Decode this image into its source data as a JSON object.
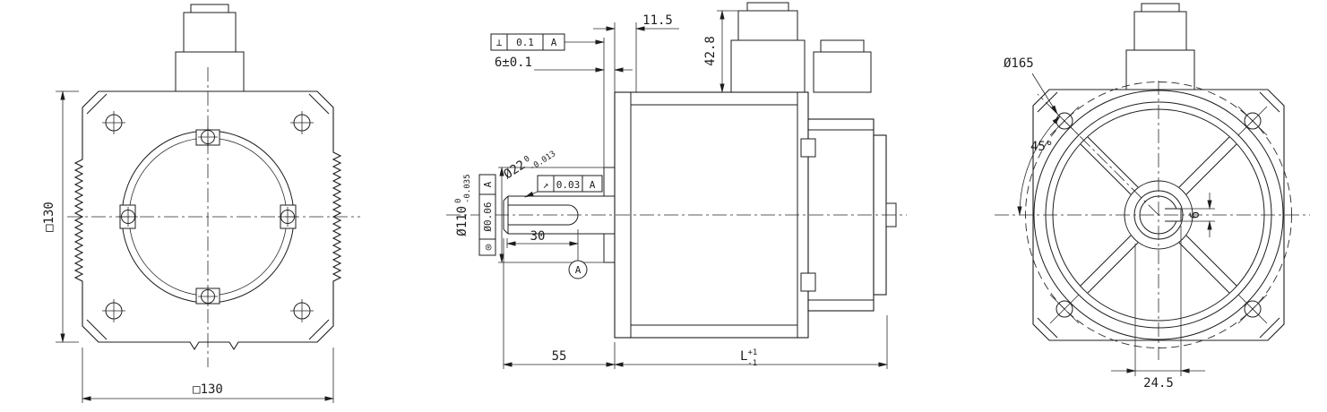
{
  "colors": {
    "line": "#1d1d1f",
    "background": "#ffffff"
  },
  "rear": {
    "dim_height": "□130",
    "dim_width": "□130"
  },
  "side": {
    "fcf_perp": {
      "sym": "⊥",
      "tol": "0.1",
      "datum": "A"
    },
    "dim_pilot_depth": "6±0.1",
    "dim_front_offset": "11.5",
    "dim_connector_height": "42.8",
    "pilot_dia": {
      "nominal": "Ø110",
      "upper": "0",
      "lower": "-0.035"
    },
    "fcf_conc": {
      "sym": "◎",
      "tol": "Ø0.06",
      "datum": "A"
    },
    "shaft_dia": {
      "nominal": "Ø22",
      "upper": "0",
      "lower": "-0.013"
    },
    "fcf_runout": {
      "sym": "↗",
      "tol": "0.03",
      "datum": "A"
    },
    "dim_keyway_length": "30",
    "datum_label": "A",
    "dim_shaft_length": "55",
    "dim_body_length": {
      "nominal": "L",
      "upper": "+1",
      "lower": "-1"
    }
  },
  "front": {
    "dim_bolt_circle": "Ø165",
    "dim_angle": "45°",
    "dim_keyway_width": "6",
    "dim_keyway_offset": "24.5"
  }
}
